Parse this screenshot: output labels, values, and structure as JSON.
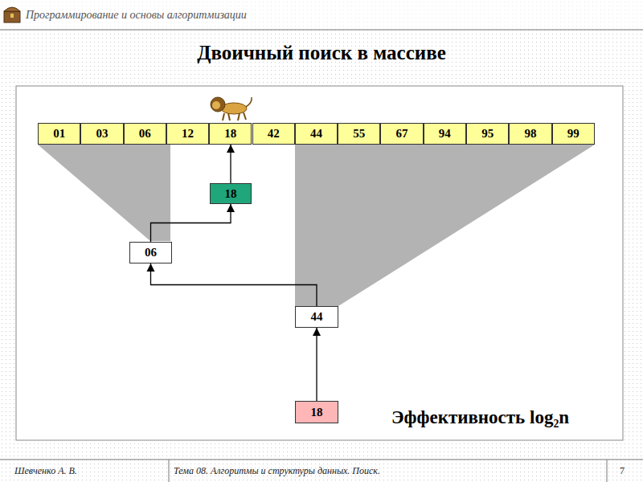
{
  "diagram": {
    "title": "Двоичный поиск в массиве",
    "nodes": [
      {
        "text": [
          "01"
        ]
      },
      {
        "text": [
          "03"
        ]
      },
      {
        "text": [
          "06"
        ]
      },
      {
        "text": [
          "12"
        ]
      },
      {
        "text": [
          "18"
        ]
      },
      {
        "text": [
          "42"
        ]
      },
      {
        "text": [
          "44"
        ]
      },
      {
        "text": [
          "55"
        ]
      },
      {
        "text": [
          "67"
        ]
      },
      {
        "text": [
          "94"
        ]
      },
      {
        "text": [
          "95"
        ]
      },
      {
        "text": [
          "98"
        ]
      },
      {
        "text": [
          "99"
        ]
      },
      {
        "text": [
          "18"
        ]
      },
      {
        "text": [
          "06"
        ]
      },
      {
        "text": [
          "44"
        ]
      },
      {
        "text": [
          "18"
        ]
      }
    ],
    "edges": [
      {
        "from": 16,
        "to": 15,
        "arrow": "to"
      },
      {
        "from": 15,
        "to": 14,
        "arrow": "to"
      },
      {
        "from": 14,
        "to": 13,
        "arrow": "to"
      },
      {
        "from": 13,
        "to": 4,
        "arrow": "to"
      }
    ],
    "labels": [
      "Программирование и основы алгоритмизации",
      "Эффективность log₂n",
      "Шевченко А. В.",
      "Тема 08. Алгоритмы и структуры данных. Поиск.",
      "7"
    ]
  }
}
